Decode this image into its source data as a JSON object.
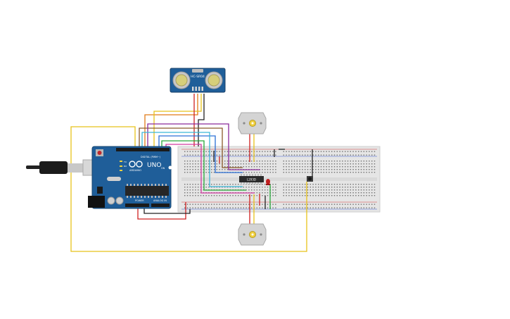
{
  "arduino": {
    "brand": "UNO",
    "maker": "ARDUINO",
    "digital_label": "DIGITAL (PWM~)",
    "power_label": "POWER",
    "analog_label": "ANALOG IN",
    "on_label": "ON",
    "tx_label": "TX",
    "rx_label": "RX"
  },
  "sensor": {
    "model": "HC-SR04"
  },
  "motor_driver": {
    "label": "L293D"
  },
  "colors": {
    "board_blue": "#1f5e99",
    "breadboard": "#e6e6e6",
    "wire_yellow": "#e8c21a",
    "wire_orange": "#e07a18",
    "wire_red": "#cf2020",
    "wire_black": "#222222",
    "wire_green": "#27a83a",
    "wire_purple": "#8a2a9a",
    "wire_blue": "#2a6fd6",
    "wire_cyan": "#3bb6d8",
    "wire_brown": "#8a5a2a",
    "wire_magenta": "#d23aa0",
    "led_red": "#c21e1e"
  },
  "icons": {
    "usb": "usb-plug-icon",
    "motor": "dc-motor-icon",
    "button": "pushbutton-icon",
    "led": "led-icon"
  }
}
